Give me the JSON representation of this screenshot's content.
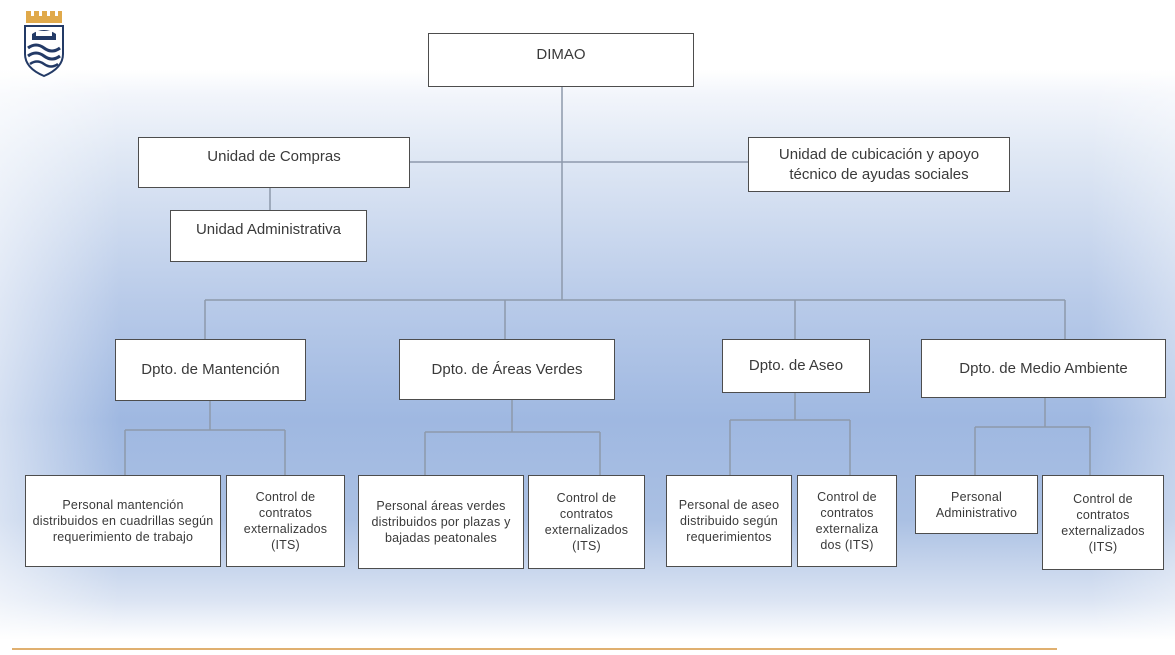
{
  "org_chart": {
    "root": "DIMAO",
    "unidad_compras": "Unidad de Compras",
    "unidad_cubicacion": "Unidad de cubicación y apoyo técnico de ayudas sociales",
    "unidad_administrativa": "Unidad Administrativa",
    "departments": [
      {
        "name": "Dpto. de Mantención",
        "children": [
          "Personal mantención distribuidos en cuadrillas según requerimiento de trabajo",
          "Control de contratos externalizados (ITS)"
        ]
      },
      {
        "name": "Dpto. de Áreas Verdes",
        "children": [
          "Personal áreas verdes distribuidos por plazas y bajadas peatonales",
          "Control de contratos externalizados (ITS)"
        ]
      },
      {
        "name": "Dpto. de Aseo",
        "children": [
          "Personal de aseo distribuido según requerimientos",
          "Control de contratos externaliza dos (ITS)"
        ]
      },
      {
        "name": "Dpto. de Medio Ambiente",
        "children": [
          "Personal Administrativo",
          "Control de contratos externalizados (ITS)"
        ]
      }
    ]
  },
  "colors": {
    "line": "#8d99ab",
    "box_border": "#4d4d4d",
    "text": "#3a3a3a",
    "footer_rule": "#e0b070"
  },
  "icons": {
    "logo": "municipal-crest-icon"
  }
}
